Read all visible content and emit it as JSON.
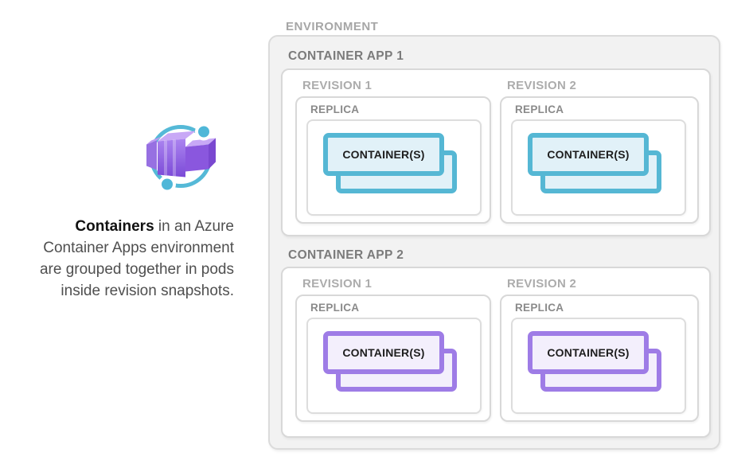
{
  "colors": {
    "teal_border": "#55B7D4",
    "teal_fill": "#E1F1F8",
    "purple_border": "#9E7CE6",
    "purple_fill": "#F3EFFC",
    "env_fill": "#F2F2F2",
    "env_border": "#DBDBDB",
    "box_border": "#D8D8D8",
    "inner_border": "#DDDDDD",
    "env_label": "#A6A6A6",
    "app_label": "#7B7B7B",
    "revision_label": "#ACACAC",
    "replica_label": "#8A8A8A",
    "container_text": "#1E1E1E",
    "description_text": "#4F4F4F",
    "description_bold": "#111111",
    "icon_teal": "#53B8D7",
    "icon_purple": "#8A57DE"
  },
  "sidebar": {
    "icon": "azure-container-apps",
    "description": {
      "line1_bold": "Containers",
      "line1_rest": " in an Azure",
      "line2": "Container Apps environment",
      "line3": "are grouped together in pods",
      "line4": "inside revision snapshots."
    }
  },
  "diagram": {
    "environment_label": "ENVIRONMENT",
    "apps": [
      {
        "label": "CONTAINER APP 1",
        "theme": "teal",
        "revisions": [
          {
            "label": "REVISION 1",
            "replica_label": "REPLICA",
            "container_label": "CONTAINER(S)"
          },
          {
            "label": "REVISION 2",
            "replica_label": "REPLICA",
            "container_label": "CONTAINER(S)"
          }
        ]
      },
      {
        "label": "CONTAINER APP 2",
        "theme": "purple",
        "revisions": [
          {
            "label": "REVISION 1",
            "replica_label": "REPLICA",
            "container_label": "CONTAINER(S)"
          },
          {
            "label": "REVISION 2",
            "replica_label": "REPLICA",
            "container_label": "CONTAINER(S)"
          }
        ]
      }
    ]
  }
}
